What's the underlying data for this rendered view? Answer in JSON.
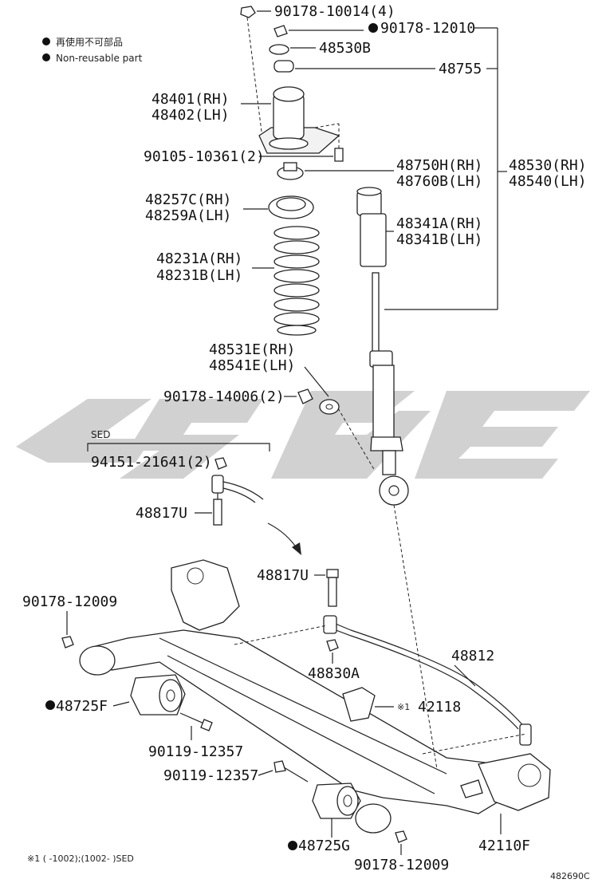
{
  "legend": {
    "line1": "再使用不可部品",
    "line2": "Non-reusable part"
  },
  "labels": {
    "p1": "90178-10014(4)",
    "p2": "90178-12010",
    "p3": "48530B",
    "p4": "48755",
    "p5a": "48401(RH)",
    "p5b": "48402(LH)",
    "p6": "90105-10361(2)",
    "p7a": "48750H(RH)",
    "p7b": "48760B(LH)",
    "p8a": "48530(RH)",
    "p8b": "48540(LH)",
    "p9a": "48257C(RH)",
    "p9b": "48259A(LH)",
    "p10a": "48341A(RH)",
    "p10b": "48341B(LH)",
    "p11a": "48231A(RH)",
    "p11b": "48231B(LH)",
    "p12a": "48531E(RH)",
    "p12b": "48541E(LH)",
    "p13": "90178-14006(2)",
    "sed": "SED",
    "p14": "94151-21641(2)",
    "p15": "48817U",
    "p16": "48817U",
    "p17": "90178-12009",
    "p18": "48812",
    "p19": "48830A",
    "p20": "48725F",
    "p21": "42118",
    "p21mark": "※1",
    "p22": "90119-12357",
    "p23": "90119-12357",
    "p24": "48725G",
    "p25": "42110F",
    "p26": "90178-12009",
    "footnote": "※1 (        -1002);(1002-          )SED",
    "figure_code": "482690C"
  }
}
